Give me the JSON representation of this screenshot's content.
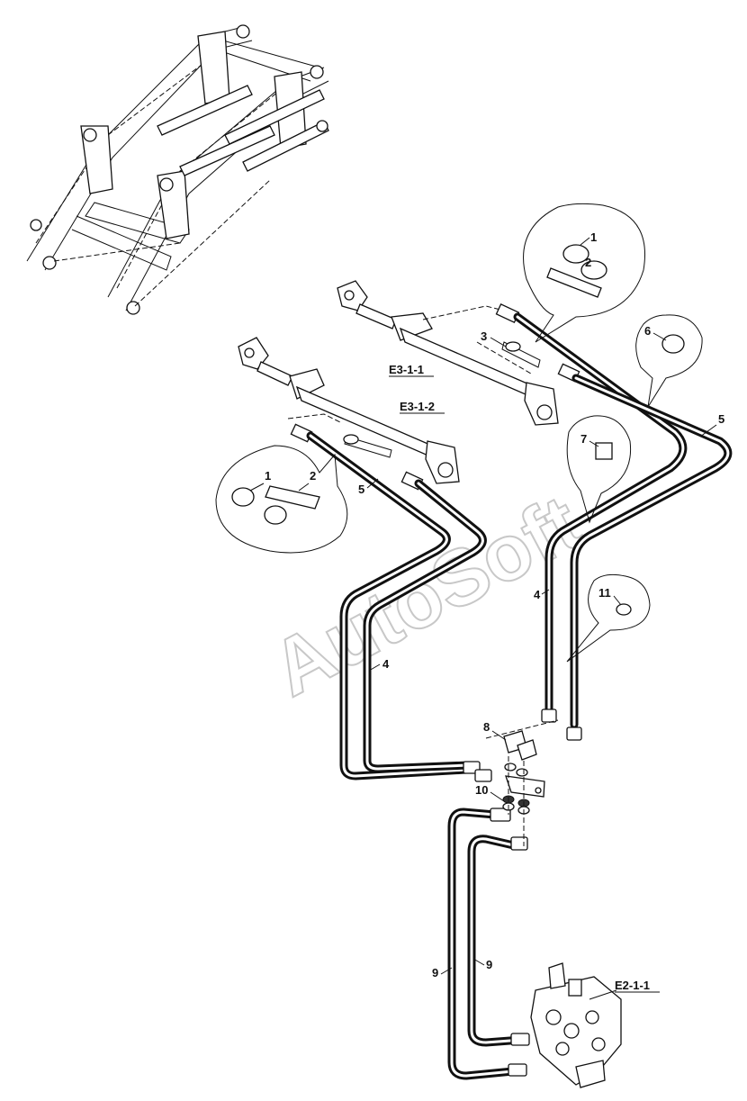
{
  "watermark": "AutoSoft",
  "ref_labels": {
    "e3_1_1": "E3-1-1",
    "e3_1_2": "E3-1-2",
    "e2_1_1": "E2-1-1"
  },
  "callouts": {
    "c1_top": "1",
    "c2_top": "2",
    "c3": "3",
    "c6": "6",
    "c5_right": "5",
    "c7": "7",
    "c1_left": "1",
    "c2_left": "2",
    "c5_left": "5",
    "c4_right": "4",
    "c11": "11",
    "c4_left": "4",
    "c8": "8",
    "c10": "10",
    "c9_a": "9",
    "c9_b": "9"
  }
}
